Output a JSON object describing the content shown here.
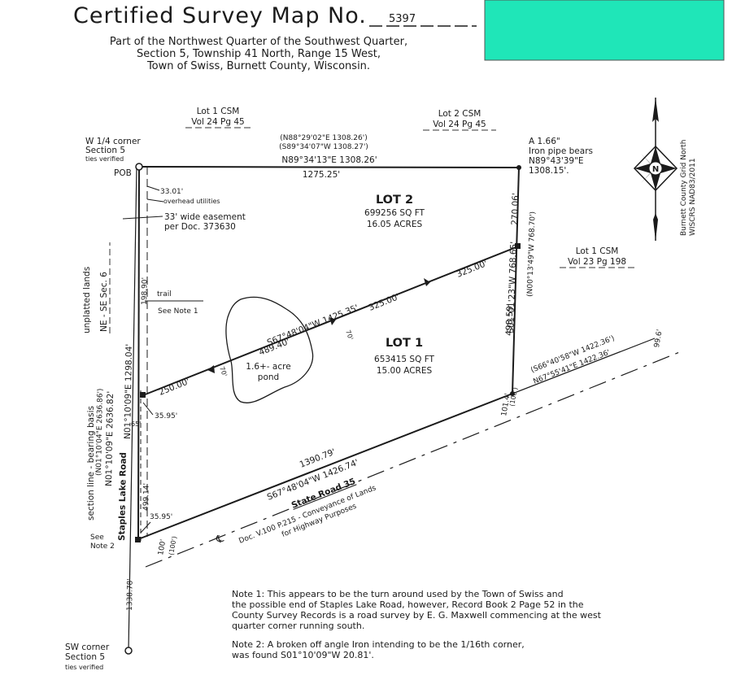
{
  "header": {
    "title": "Certified Survey Map No.",
    "map_number": "5397",
    "subtitle_lines": [
      "Part of the Northwest Quarter of the Southwest Quarter,",
      "Section 5, Township 41 North, Range 15 West,",
      "Town of Swiss, Burnett County, Wisconsin."
    ],
    "highlight_color": "#1fe6b8"
  },
  "north_arrow": {
    "letter": "N",
    "basis_lines": [
      "Burnett County Grid North",
      "WISCRS NAD83/2011"
    ]
  },
  "adjoiners": {
    "lot1_csm_top": [
      "Lot 1 CSM",
      "Vol 24 Pg 45"
    ],
    "lot2_csm_top": [
      "Lot 2 CSM",
      "Vol 24 Pg 45"
    ],
    "lot1_csm_right": [
      "Lot 1 CSM",
      "Vol 23 Pg 198"
    ],
    "unplatted": [
      "unplatted lands",
      "NE - SE Sec. 6"
    ]
  },
  "corners": {
    "w_quarter": [
      "W 1/4 corner",
      "Section 5",
      "ties verified"
    ],
    "pob": "POB",
    "ne_pipe": [
      "A 1.66\"",
      "Iron pipe bears",
      "N89°43'39\"E",
      "1308.15'."
    ],
    "sw_corner": [
      "SW corner",
      "Section 5",
      "ties verified"
    ]
  },
  "lots": [
    {
      "name": "LOT 2",
      "sq_ft": "699256 SQ FT",
      "acres": "16.05 ACRES"
    },
    {
      "name": "LOT 1",
      "sq_ft": "653415 SQ FT",
      "acres": "15.00 ACRES"
    }
  ],
  "pond": [
    "1.6+- acre",
    "pond"
  ],
  "bearings": {
    "north_line": "N89°34'13\"E  1308.26'",
    "north_line_record": [
      "(N88°29'02\"E  1308.26')",
      "(S89°34'07\"W  1308.27')"
    ],
    "north_line_dist": "1275.25'",
    "east_line": "S01°01'23\"W  768.65'",
    "east_line_record": "(N00°13'49\"W  768.70')",
    "east_top": "270.06'",
    "east_mid": "498.59'",
    "div_line": "S67°48'04\"W  1425.35'",
    "div_325a": "325.00'",
    "div_325b": "325.00'",
    "div_489": "489.40'",
    "div_250": "250.00'",
    "div_70a": "70'",
    "div_70b": "70'",
    "west_line": "N01°10'09\"E  1298.04'",
    "west_198": "198.90'",
    "west_499": "499.14'",
    "west_65": "65'",
    "offset_33": "33.01'",
    "offset_35a": "35.95'",
    "offset_35b": "35.95'",
    "section_line": "N01°10'09\"E  2636.82'",
    "section_line_record": "(N01°10'04\"E  2636.86')",
    "section_line_label": "section line - bearing basis",
    "road_south": "S67°48'04\"W  1426.74'",
    "road_south_inner": "1390.79'",
    "ne_segment": "N67°55'41\"E  1422.36'",
    "ne_segment_record": "(S66°40'58\"W  1422.36')",
    "ne_end": "99.6'",
    "sw_seg": "100'",
    "sw_seg_record": "(100')",
    "se_seg": "101.4'",
    "se_seg_record": "(100')",
    "south_tie": "1338.78'"
  },
  "features": {
    "overhead": "overhead utilities",
    "easement": [
      "33' wide easement",
      "per Doc. 373630"
    ],
    "trail": "trail",
    "see_note1": "See Note 1",
    "see_note2": [
      "See",
      "Note 2"
    ],
    "road_name": "Staples Lake Road",
    "state_road": "State Road 35",
    "conveyance": [
      "Doc. V.100 P.215 - Conveyance of Lands",
      "for Highway Purposes"
    ],
    "centerline_symbol": "℄"
  },
  "notes": [
    [
      "Note 1:  This appears to be the turn around used by the Town of Swiss and",
      "the possible end of Staples Lake Road, however, Record Book 2 Page 52 in the",
      "County Survey Records is a road survey by E. G. Maxwell commencing at the west",
      "quarter corner running south."
    ],
    [
      "Note 2:  A broken off angle Iron intending to be the 1/16th corner,",
      "was found S01°10'09\"W  20.81'."
    ]
  ]
}
